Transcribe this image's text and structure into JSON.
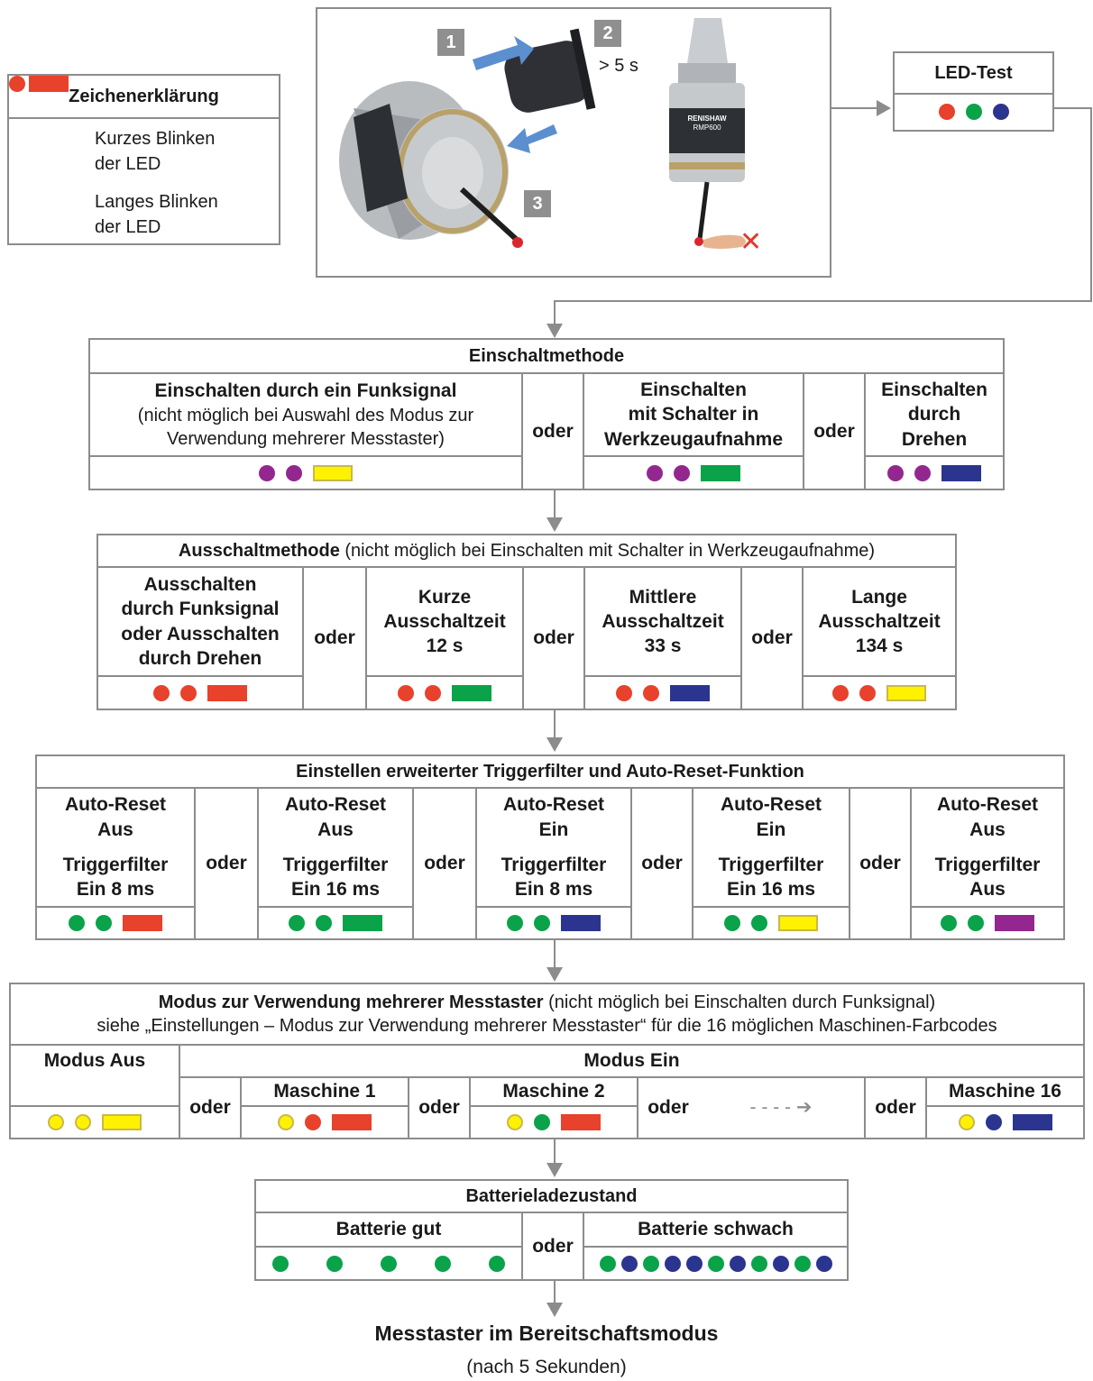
{
  "colors": {
    "red": "#e8412c",
    "green": "#0aa34a",
    "blue": "#2b3590",
    "purple": "#93278f",
    "yellow": "#fff200",
    "yellow_border": "#c9b84a",
    "border": "#8c8c8c"
  },
  "legend": {
    "title": "Zeichenerklärung",
    "short_blink": {
      "line1": "Kurzes Blinken",
      "line2": "der LED"
    },
    "long_blink": {
      "line1": "Langes Blinken",
      "line2": "der LED"
    }
  },
  "illustration": {
    "step1": "1",
    "step2": "2",
    "step3": "3",
    "duration": "> 5 s",
    "probe_text": {
      "brand": "RENISHAW",
      "model": "RMP600"
    }
  },
  "led_test": {
    "title": "LED-Test",
    "leds": [
      "red",
      "green",
      "blue"
    ]
  },
  "switch_on": {
    "title": "Einschaltmethode",
    "or": "oder",
    "options": [
      {
        "line1": "Einschalten durch ein Funksignal",
        "line2": "(nicht möglich bei Auswahl des Modus zur",
        "line3": "Verwendung mehrerer Messtaster)",
        "leds": [
          "purple",
          "purple",
          "yellow-bar"
        ]
      },
      {
        "line1": "Einschalten",
        "line2": "mit Schalter in",
        "line3": "Werkzeugaufnahme",
        "leds": [
          "purple",
          "purple",
          "green-bar"
        ]
      },
      {
        "line1": "Einschalten",
        "line2": "durch",
        "line3": "Drehen",
        "leds": [
          "purple",
          "purple",
          "blue-bar"
        ]
      }
    ]
  },
  "switch_off": {
    "title": "Ausschaltmethode",
    "title_note": " (nicht möglich bei Einschalten mit Schalter in Werkzeugaufnahme)",
    "or": "oder",
    "options": [
      {
        "lines": [
          "Ausschalten",
          "durch Funksignal",
          "oder Ausschalten",
          "durch Drehen"
        ],
        "leds": [
          "red",
          "red",
          "red-bar"
        ]
      },
      {
        "lines": [
          "Kurze",
          "Ausschaltzeit",
          "12 s"
        ],
        "leds": [
          "red",
          "red",
          "green-bar"
        ]
      },
      {
        "lines": [
          "Mittlere",
          "Ausschaltzeit",
          "33 s"
        ],
        "leds": [
          "red",
          "red",
          "blue-bar"
        ]
      },
      {
        "lines": [
          "Lange",
          "Ausschaltzeit",
          "134 s"
        ],
        "leds": [
          "red",
          "red",
          "yellow-bar"
        ]
      }
    ]
  },
  "trigger": {
    "title": "Einstellen erweiterter Triggerfilter und Auto-Reset-Funktion",
    "or": "oder",
    "options": [
      {
        "reset1": "Auto-Reset",
        "reset2": "Aus",
        "filter1": "Triggerfilter",
        "filter2": "Ein 8 ms",
        "leds": [
          "green",
          "green",
          "red-bar"
        ]
      },
      {
        "reset1": "Auto-Reset",
        "reset2": "Aus",
        "filter1": "Triggerfilter",
        "filter2": "Ein 16 ms",
        "leds": [
          "green",
          "green",
          "green-bar"
        ]
      },
      {
        "reset1": "Auto-Reset",
        "reset2": "Ein",
        "filter1": "Triggerfilter",
        "filter2": "Ein 8 ms",
        "leds": [
          "green",
          "green",
          "blue-bar"
        ]
      },
      {
        "reset1": "Auto-Reset",
        "reset2": "Ein",
        "filter1": "Triggerfilter",
        "filter2": "Ein 16 ms",
        "leds": [
          "green",
          "green",
          "yellow-bar"
        ]
      },
      {
        "reset1": "Auto-Reset",
        "reset2": "Aus",
        "filter1": "Triggerfilter",
        "filter2": "Aus",
        "leds": [
          "green",
          "green",
          "purple-bar"
        ]
      }
    ]
  },
  "multi_probe": {
    "title": "Modus zur Verwendung mehrerer Messtaster",
    "title_note": " (nicht möglich bei Einschalten durch Funksignal)",
    "subtitle": "siehe „Einstellungen – Modus zur Verwendung mehrerer Messtaster“ für die 16 möglichen Maschinen-Farbcodes",
    "mode_off": {
      "label": "Modus Aus",
      "leds": [
        "yellow",
        "yellow",
        "yellow-bar"
      ]
    },
    "mode_on": "Modus Ein",
    "or": "oder",
    "dashes": "- - - - ➔",
    "machines": [
      {
        "label": "Maschine 1",
        "leds": [
          "yellow",
          "red",
          "red-bar"
        ]
      },
      {
        "label": "Maschine 2",
        "leds": [
          "yellow",
          "green",
          "red-bar"
        ]
      },
      {
        "label": "Maschine 16",
        "leds": [
          "yellow",
          "blue",
          "blue-bar"
        ]
      }
    ]
  },
  "battery": {
    "title": "Batterieladezustand",
    "or": "oder",
    "good": {
      "label": "Batterie gut",
      "leds": [
        "green",
        "green",
        "green",
        "green",
        "green"
      ]
    },
    "low": {
      "label": "Batterie schwach",
      "leds": [
        "green",
        "blue",
        "green",
        "blue",
        "blue",
        "green",
        "blue",
        "green",
        "blue",
        "green",
        "blue"
      ]
    }
  },
  "standby": {
    "title": "Messtaster im Bereitschaftsmodus",
    "subtitle": "(nach 5 Sekunden)"
  }
}
